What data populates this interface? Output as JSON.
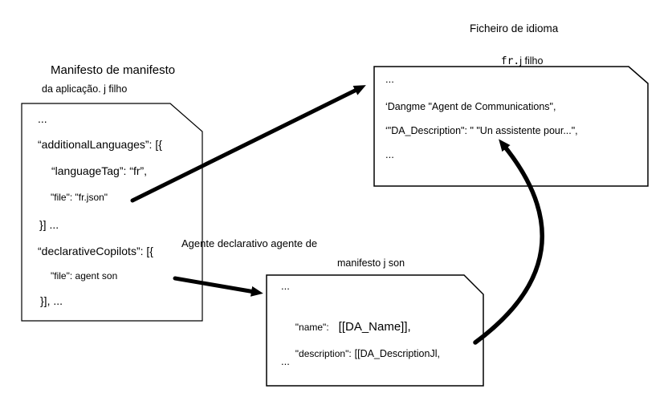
{
  "colors": {
    "ink": "#000000",
    "background": "#ffffff"
  },
  "app_manifest": {
    "title_line1": "Manifesto de manifesto",
    "title_line2": "da aplicação. j filho",
    "lines": [
      "...",
      "“additionalLanguages”: [{",
      "“languageTag”: “fr”,",
      "\"file\": \"fr.json\"",
      "}] ...",
      "“declarativeCopilots”: [{",
      "\"file\": agent son",
      "}], ..."
    ]
  },
  "language_file": {
    "title": "Ficheiro de idioma",
    "filename_mono": "fr.",
    "filename_rest": "j filho",
    "lines": [
      "...",
      "‘Dangme \"Agent de Communications\",",
      "‘\"DA_Description\": \" \"Un assistente pour...\",",
      "..."
    ]
  },
  "agent_manifest": {
    "label_line1": "Agente declarativo agente de",
    "label_line2": "manifesto j son",
    "ellipsis_top": "...",
    "name_key": "\"name\":",
    "name_value": "[[DA_Name]],",
    "description_key": "\"description\":",
    "description_value": "[[DA_DescriptionJl,",
    "ellipsis_bottom": "..."
  }
}
